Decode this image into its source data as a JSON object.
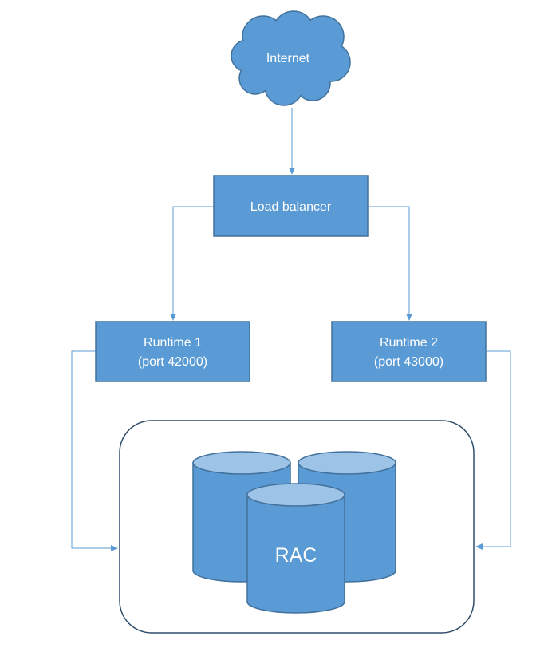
{
  "nodes": {
    "internet": {
      "label": "Internet"
    },
    "load_balancer": {
      "label": "Load balancer"
    },
    "runtime1": {
      "line1": "Runtime 1",
      "line2": "(port 42000)"
    },
    "runtime2": {
      "line1": "Runtime 2",
      "line2": "(port 43000)"
    },
    "rac": {
      "label": "RAC"
    }
  },
  "colors": {
    "fill": "#5b9bd5",
    "stroke": "#41719c",
    "cylinder_top": "#9dc3e6",
    "connector": "#5b9bd5",
    "container_border": "#2e4d6b",
    "text": "#ffffff"
  }
}
